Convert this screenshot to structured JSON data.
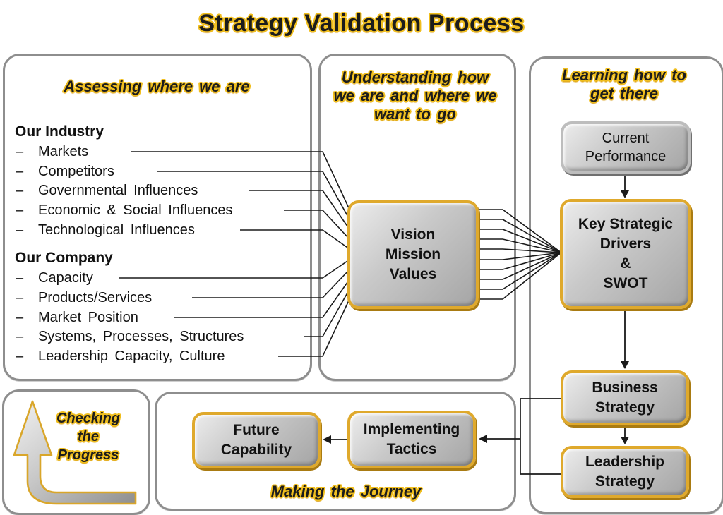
{
  "title": "Strategy Validation Process",
  "colors": {
    "accent_gold": "#DFA92C",
    "glow_yellow": "#F0BE1E",
    "panel_border_gray": "#8e8e8e",
    "node_fill_gray": "#c9c9c9",
    "line_black": "#1a1a1a"
  },
  "panels": {
    "assessing": {
      "header": "Assessing where we are",
      "bullet": "–",
      "groups": [
        {
          "heading": "Our Industry",
          "items": [
            "Markets",
            "Competitors",
            "Governmental Influences",
            "Economic & Social Influences",
            "Technological Influences"
          ]
        },
        {
          "heading": "Our Company",
          "items": [
            "Capacity",
            "Products/Services",
            "Market Position",
            "Systems, Processes, Structures",
            "Leadership Capacity, Culture"
          ]
        }
      ]
    },
    "understanding": {
      "header": "Understanding how\nwe are and where we\nwant to go"
    },
    "learning": {
      "header": "Learning how to\nget there"
    },
    "checking": {
      "header": "Checking\nthe\nProgress"
    },
    "journey": {
      "header": "Making the  Journey"
    }
  },
  "nodes": {
    "vision": {
      "label": "Vision\nMission\nValues"
    },
    "current_performance": {
      "label": "Current\nPerformance"
    },
    "key_strategic_drivers": {
      "label": "Key Strategic\nDrivers\n&\nSWOT"
    },
    "business_strategy": {
      "label": "Business\nStrategy"
    },
    "leadership_strategy": {
      "label": "Leadership\nStrategy"
    },
    "future_capability": {
      "label": "Future\nCapability"
    },
    "implementing_tactics": {
      "label": "Implementing\nTactics"
    }
  }
}
